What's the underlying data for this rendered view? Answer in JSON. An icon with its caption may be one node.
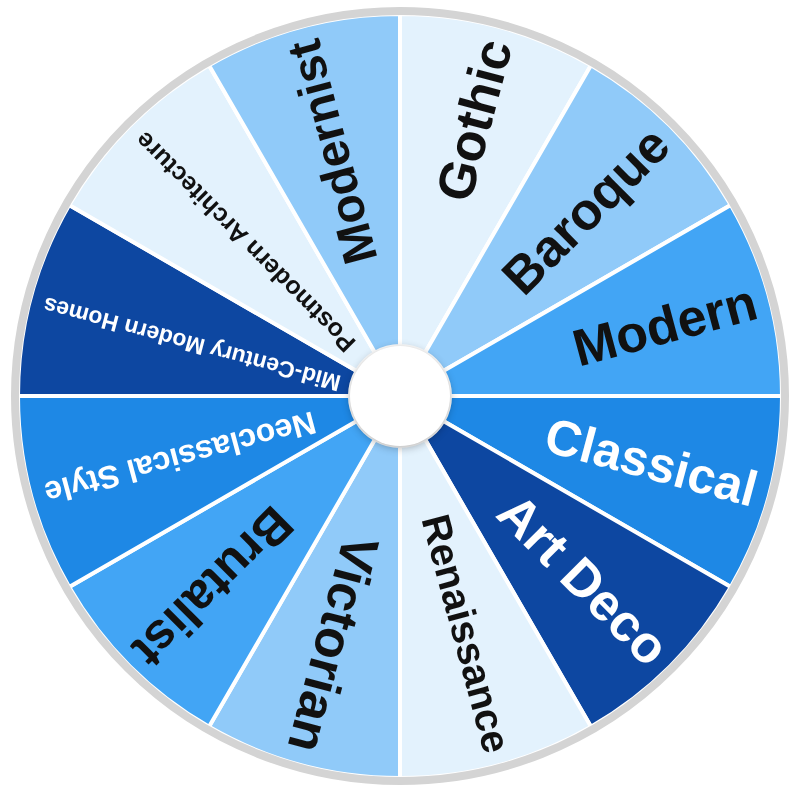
{
  "diagram": {
    "nodes": [
      {
        "text": [
          "Gothic"
        ]
      },
      {
        "text": [
          "Baroque"
        ]
      },
      {
        "text": [
          "Modern"
        ]
      },
      {
        "text": [
          "Classical"
        ]
      },
      {
        "text": [
          "Art Deco"
        ]
      },
      {
        "text": [
          "Renaissance"
        ]
      },
      {
        "text": [
          "Victorian"
        ]
      },
      {
        "text": [
          "Brutalist"
        ]
      },
      {
        "text": [
          "Neoclassical Style"
        ]
      },
      {
        "text": [
          "Mid-Century Modern Homes"
        ]
      },
      {
        "text": [
          "Postmodern Architecture"
        ]
      },
      {
        "text": [
          "Modernist"
        ]
      }
    ]
  }
}
